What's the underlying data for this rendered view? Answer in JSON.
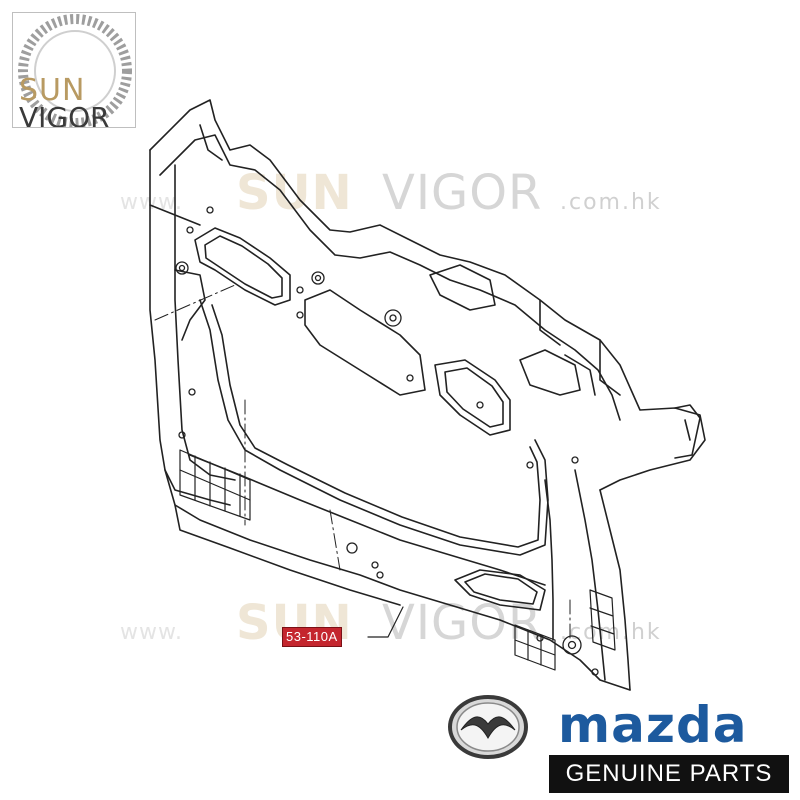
{
  "watermark": {
    "prefix": "www.",
    "brand_part1": "SUN",
    "brand_part2": "VIGOR",
    "domain": ".com.hk"
  },
  "logo": {
    "line1": "SUN",
    "line2": "VIGOR",
    "line1_color": "#b89a62",
    "line2_color": "#3a3a3a"
  },
  "diagram": {
    "part_label": "53-110A",
    "label_color": "#c4262e",
    "line_color": "#222222"
  },
  "brand": {
    "wordmark": "mazda",
    "wordmark_color": "#1d5a9e",
    "tagline": "GENUINE PARTS",
    "emblem": "mazda-emblem-icon"
  }
}
